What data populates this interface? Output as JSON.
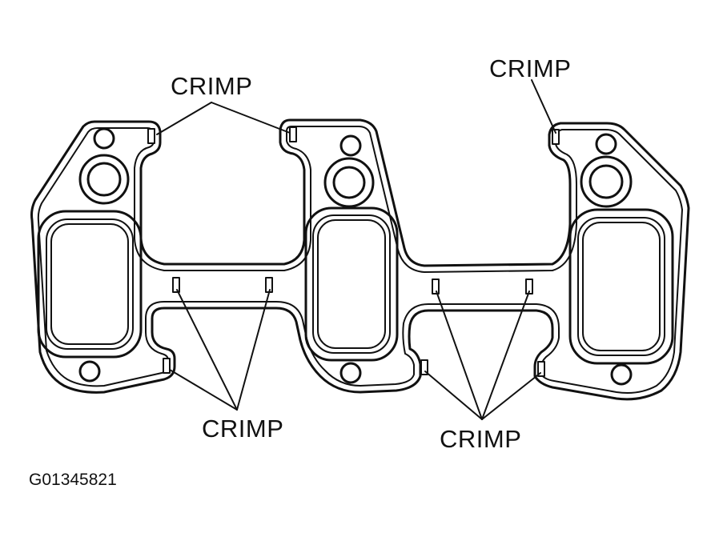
{
  "diagram": {
    "labels": {
      "top_left": "CRIMP",
      "top_right": "CRIMP",
      "bottom_left": "CRIMP",
      "bottom_right": "CRIMP"
    },
    "figure_id": "G01345821"
  }
}
